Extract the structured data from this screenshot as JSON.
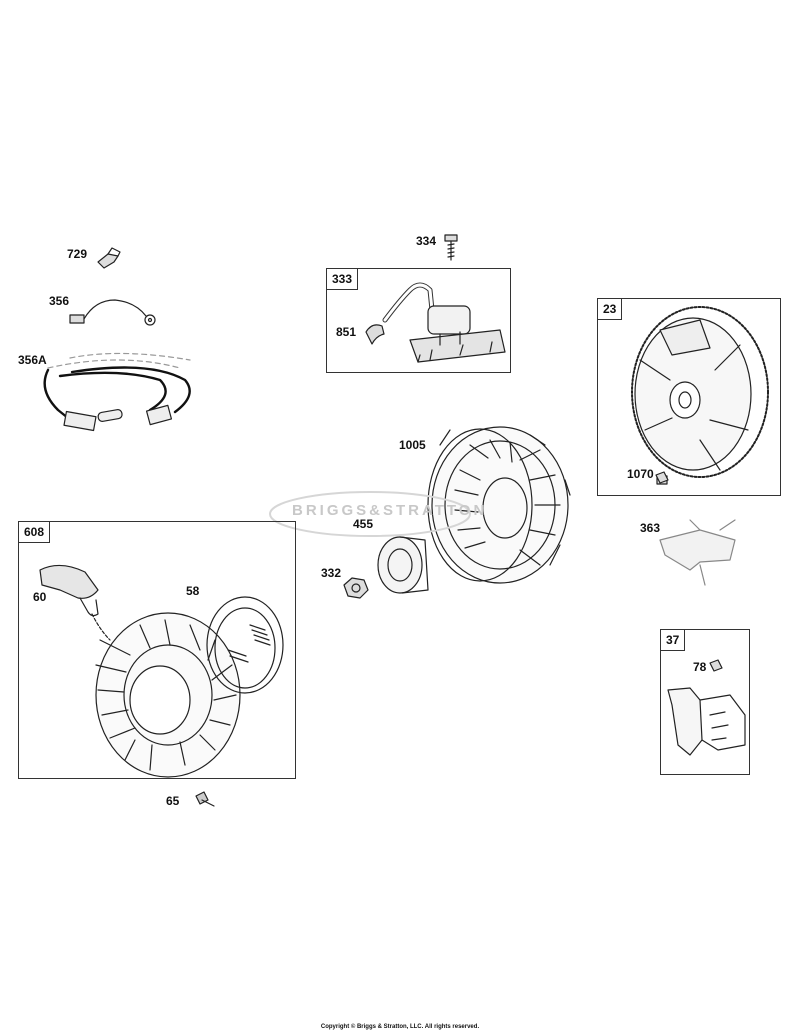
{
  "watermark": "BRIGGS&STRATTON",
  "copyright": "Copyright © Briggs & Stratton, LLC. All rights reserved.",
  "groups": {
    "g333": "333",
    "g23": "23",
    "g608": "608",
    "g37": "37"
  },
  "callouts": {
    "p729": "729",
    "p356": "356",
    "p356A": "356A",
    "p334": "334",
    "p851": "851",
    "p1005": "1005",
    "p455": "455",
    "p332": "332",
    "p1070": "1070",
    "p363": "363",
    "p60": "60",
    "p58": "58",
    "p65": "65",
    "p78": "78"
  }
}
